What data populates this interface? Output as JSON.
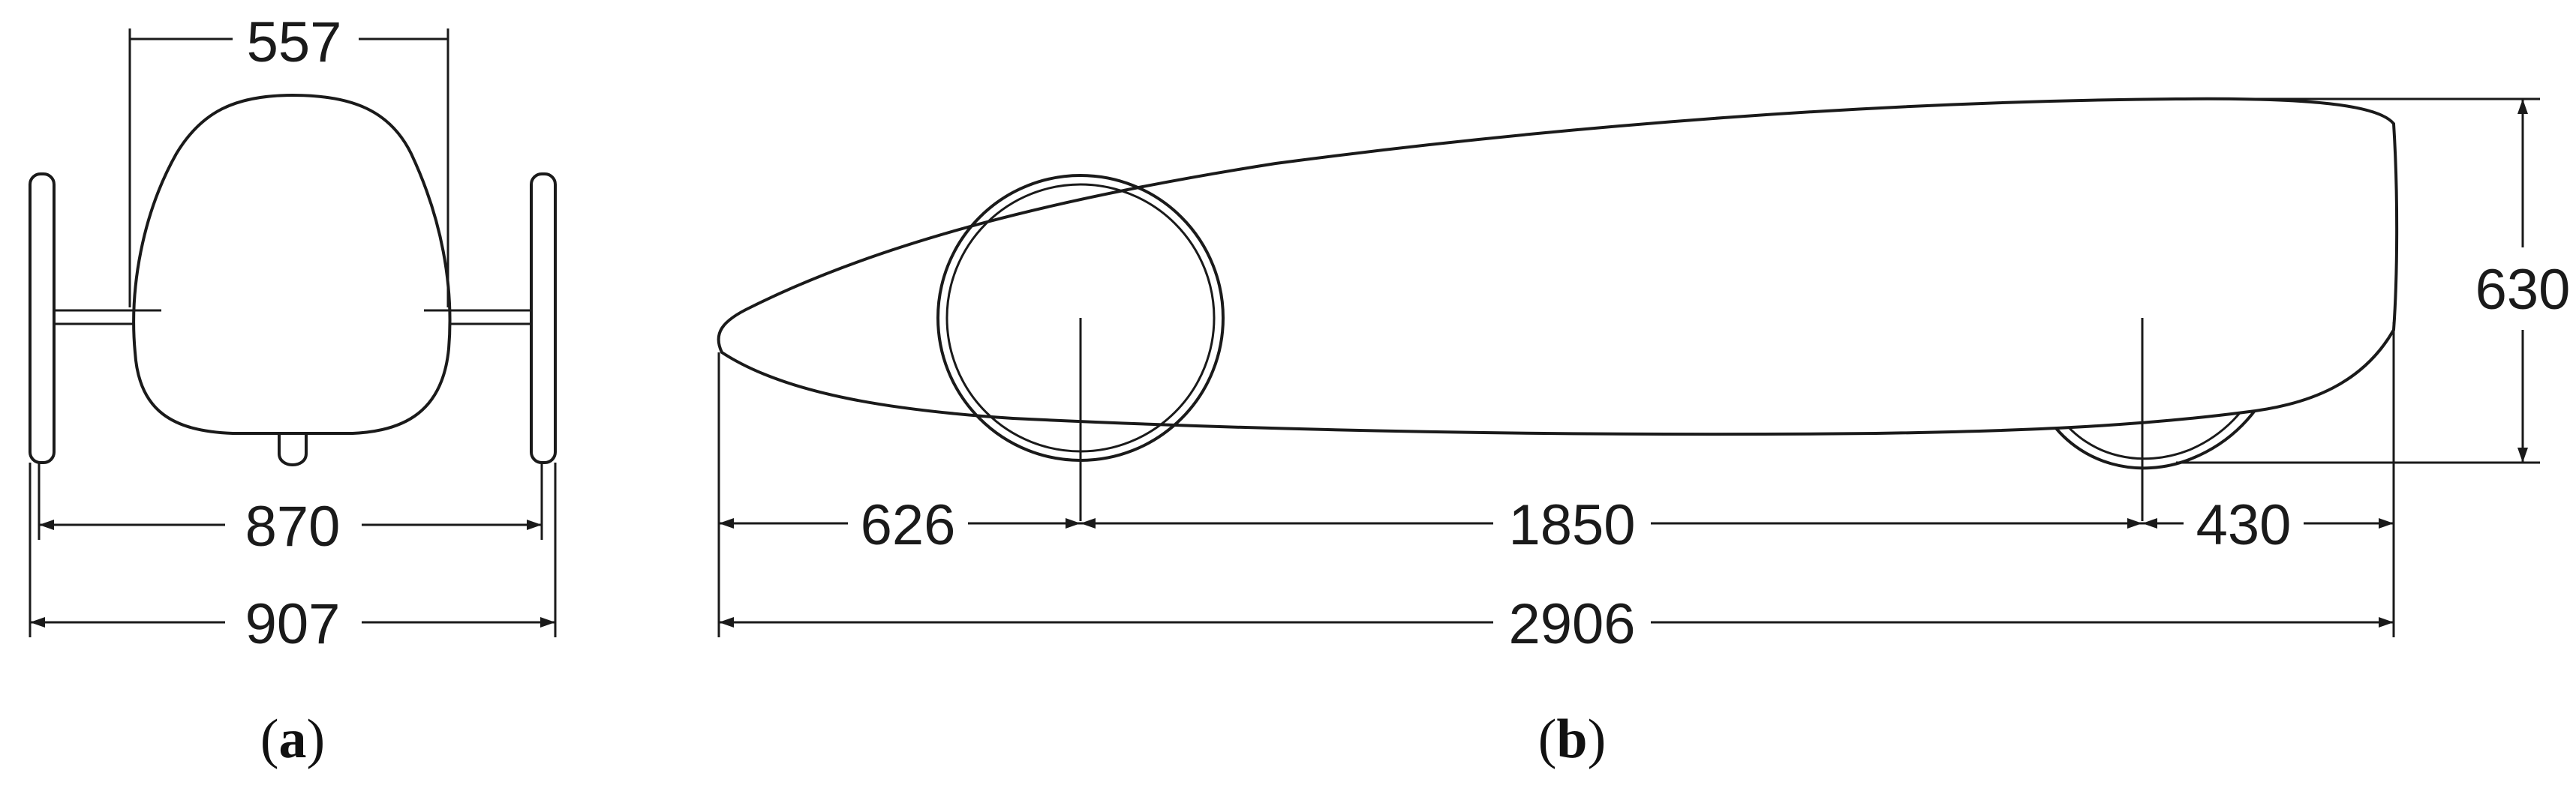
{
  "front_view": {
    "caption_open": "(",
    "caption_letter": "a",
    "caption_close": ")",
    "dims": {
      "body_width": "557",
      "track_width": "870",
      "overall_width": "907"
    }
  },
  "side_view": {
    "caption_open": "(",
    "caption_letter": "b",
    "caption_close": ")",
    "dims": {
      "front_overhang": "626",
      "wheelbase": "1850",
      "rear_overhang": "430",
      "overall_length": "2906",
      "height": "630"
    }
  }
}
